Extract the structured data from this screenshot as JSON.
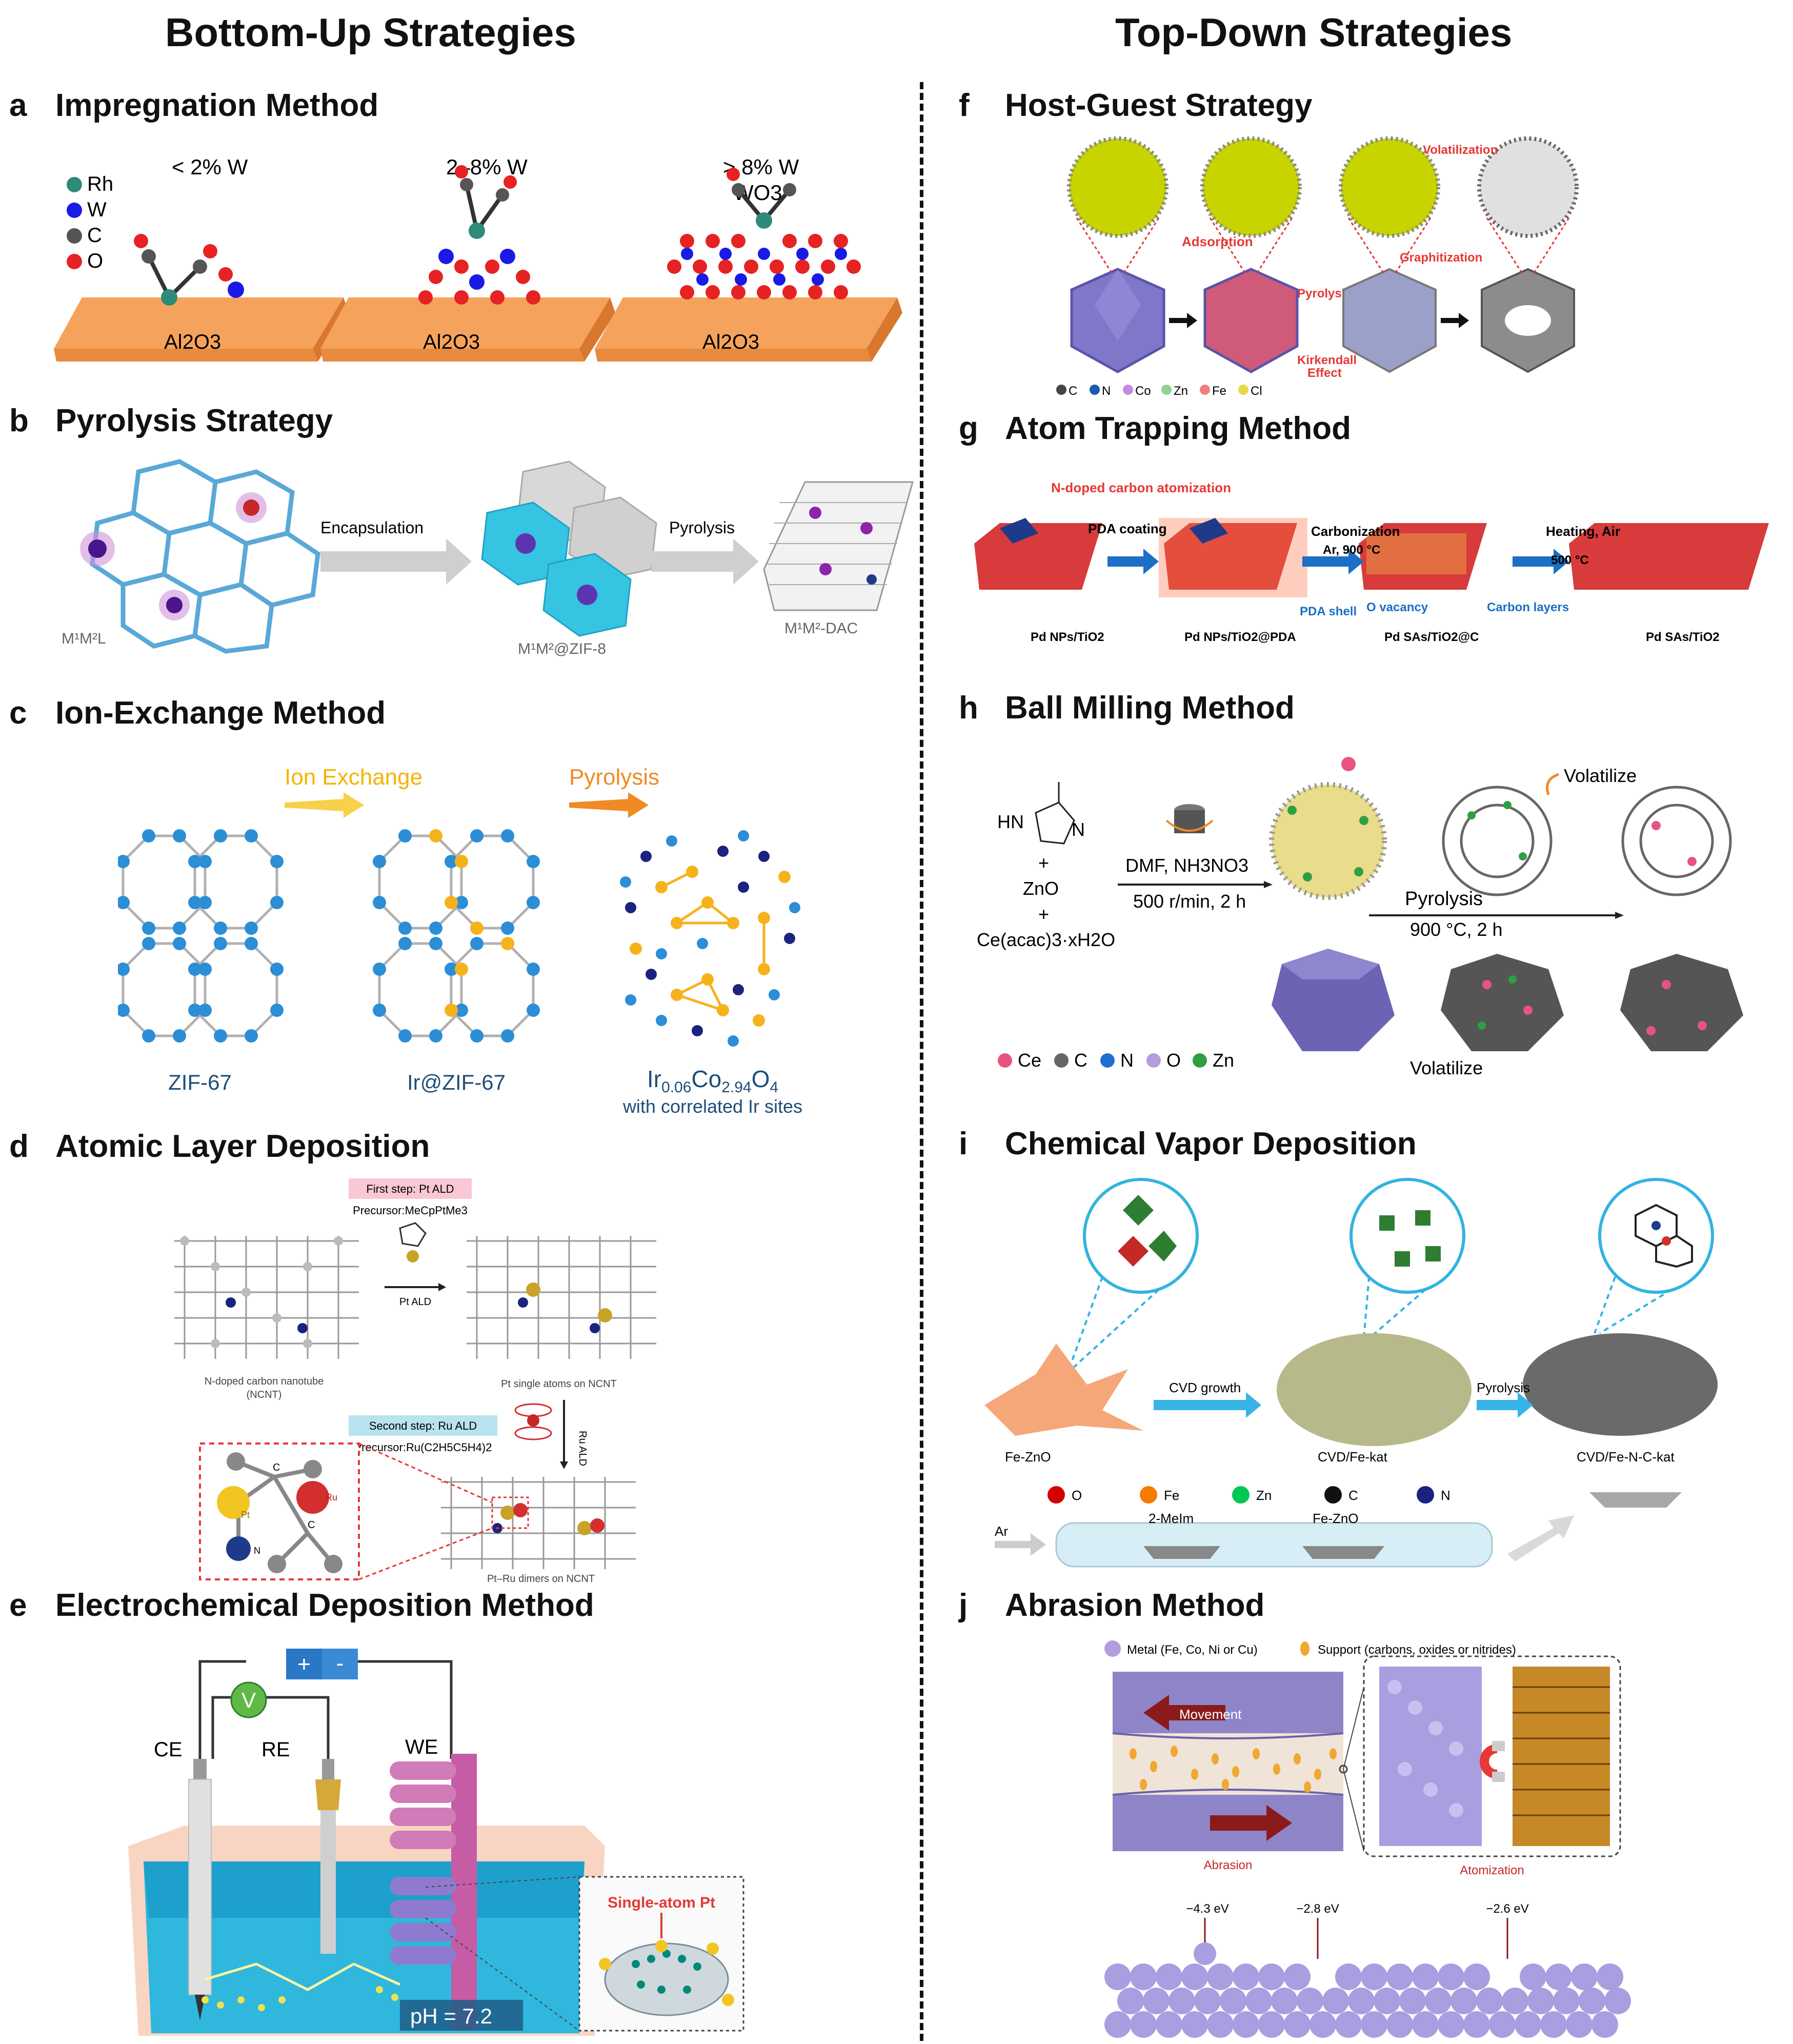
{
  "headers": {
    "bottom_up": "Bottom-Up Strategies",
    "top_down": "Top-Down Strategies"
  },
  "panels": {
    "a": {
      "letter": "a",
      "title": "Impregnation Method",
      "legend": [
        "Rh",
        "W",
        "C",
        "O"
      ],
      "labels": [
        "< 2% W",
        "2–8% W",
        "> 8% W",
        "WO3"
      ],
      "support": "Al2O3"
    },
    "b": {
      "letter": "b",
      "title": "Pyrolysis Strategy",
      "steps": [
        "Encapsulation",
        "Pyrolysis"
      ],
      "captions": [
        "M¹M²L",
        "M¹M²@ZIF-8",
        "M¹M²-DAC"
      ]
    },
    "c": {
      "letter": "c",
      "title": "Ion-Exchange Method",
      "steps": [
        "Ion Exchange",
        "Pyrolysis"
      ],
      "captions": [
        "ZIF-67",
        "Ir@ZIF-67",
        "with correlated Ir sites"
      ],
      "formula": [
        "Ir",
        "0.06",
        "Co",
        "2.94",
        "O",
        "4"
      ]
    },
    "d": {
      "letter": "d",
      "title": "Atomic Layer Deposition",
      "first_step": "First step: Pt ALD",
      "first_precursor": "Precursor:MeCpPtMe3",
      "pt_ald": "Pt ALD",
      "ncnt_caption": [
        "N-doped carbon nanotube",
        "(NCNT)"
      ],
      "pt_caption": "Pt single atoms on NCNT",
      "second_step": "Second step: Ru ALD",
      "second_precursor": "Precursor:Ru(C2H5C5H4)2",
      "ru_ald": "Ru ALD",
      "dimer_caption": "Pt–Ru dimers on NCNT",
      "atoms": [
        "C",
        "Ru",
        "Pt",
        "N",
        "C"
      ]
    },
    "e": {
      "letter": "e",
      "title": "Electrochemical Deposition Method",
      "meter": "V",
      "plus": "+",
      "minus": "-",
      "electrodes": [
        "CE",
        "RE",
        "WE"
      ],
      "ph": "pH = 7.2",
      "inset": "Single-atom Pt"
    },
    "f": {
      "letter": "f",
      "title": "Host-Guest Strategy",
      "labels": [
        "Adsorption",
        "Volatilization",
        "Graphitization",
        "Pyrolysis",
        "Kirkendall",
        "Effect"
      ],
      "legend": [
        "C",
        "N",
        "Co",
        "Zn",
        "Fe",
        "Cl"
      ]
    },
    "g": {
      "letter": "g",
      "title": "Atom Trapping Method",
      "headline": "N-doped carbon atomization",
      "steps": [
        "PDA coating",
        "Carbonization",
        "Ar, 900 °C",
        "Heating, Air",
        "500 °C"
      ],
      "labels": [
        "PDA shell",
        "O vacancy",
        "Carbon layers"
      ],
      "captions": [
        "Pd NPs/TiO2",
        "Pd NPs/TiO2@PDA",
        "Pd SAs/TiO2@C",
        "Pd SAs/TiO2"
      ]
    },
    "h": {
      "letter": "h",
      "title": "Ball Milling Method",
      "reagents": [
        "HN",
        "N",
        "+",
        "ZnO",
        "+",
        "Ce(acac)3·xH2O"
      ],
      "cond1": [
        "DMF, NH3NO3",
        "500 r/min, 2 h"
      ],
      "cond2": [
        "Pyrolysis",
        "900 °C, 2 h"
      ],
      "volatilize": "Volatilize",
      "legend": [
        "Ce",
        "C",
        "N",
        "O",
        "Zn"
      ]
    },
    "i": {
      "letter": "i",
      "title": "Chemical Vapor Deposition",
      "steps": [
        "CVD growth",
        "Pyrolysis"
      ],
      "captions": [
        "Fe-ZnO",
        "CVD/Fe-kat",
        "CVD/Fe-N-C-kat"
      ],
      "legend": [
        "O",
        "Fe",
        "Zn",
        "C",
        "N"
      ],
      "tube": [
        "Ar",
        "2-MeIm",
        "Fe-ZnO"
      ]
    },
    "j": {
      "letter": "j",
      "title": "Abrasion Method",
      "legend": [
        "Metal (Fe, Co, Ni or Cu)",
        "Support (carbons, oxides or nitrides)"
      ],
      "movement": "Movement",
      "captions": [
        "Abrasion",
        "Atomization"
      ],
      "energies": [
        "−4.3 eV",
        "−2.8 eV",
        "−2.6 eV"
      ]
    }
  }
}
